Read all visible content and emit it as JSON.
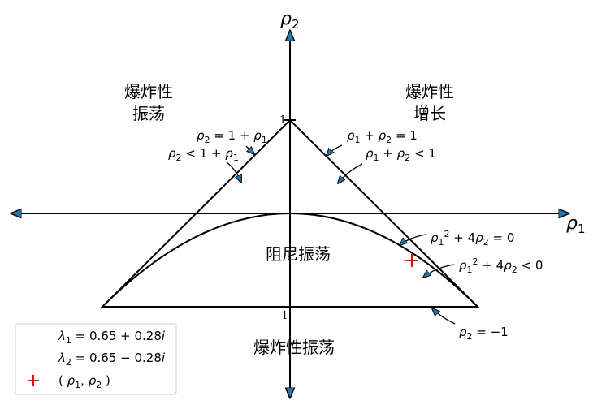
{
  "chart_data": {
    "type": "diagram",
    "title": "",
    "xlabel": "ρ1",
    "ylabel": "ρ2",
    "axis_ticks": {
      "y_top": "1",
      "y_bottom": "-1"
    },
    "triangle_vertices": [
      [
        -2,
        -1
      ],
      [
        0,
        1
      ],
      [
        2,
        -1
      ]
    ],
    "parabola": "ρ1^2 + 4ρ2 = 0",
    "point": {
      "rho1": 1.3,
      "rho2": -0.5,
      "marker": "+",
      "color": "#ff0000"
    },
    "regions": {
      "top_left": [
        "爆炸性",
        "振荡"
      ],
      "top_right": [
        "爆炸性",
        "增长"
      ],
      "center": "阻尼振荡",
      "bottom": "爆炸性振荡"
    },
    "annotations": [
      {
        "text": "ρ2 = 1 + ρ1",
        "target": "left edge line"
      },
      {
        "text": "ρ2 < 1 + ρ1",
        "target": "inside triangle (left)"
      },
      {
        "text": "ρ1 + ρ2 = 1",
        "target": "right edge line"
      },
      {
        "text": "ρ1 + ρ2 < 1",
        "target": "inside triangle (right)"
      },
      {
        "text": "ρ1² + 4ρ2 = 0",
        "target": "parabola"
      },
      {
        "text": "ρ1² + 4ρ2 < 0",
        "target": "below parabola"
      },
      {
        "text": "ρ2 = −1",
        "target": "bottom edge"
      }
    ],
    "legend": [
      {
        "label": "λ1 = 0.65 + 0.28i",
        "marker": "none"
      },
      {
        "label": "λ2 = 0.65 − 0.28i",
        "marker": "none"
      },
      {
        "label": "( ρ1, ρ2 )",
        "marker": "+",
        "color": "#ff0000"
      }
    ],
    "legend_position": "lower left"
  },
  "axes": {
    "x_label": {
      "base": "ρ",
      "sub": "1"
    },
    "y_label": {
      "base": "ρ",
      "sub": "2"
    },
    "tick_top": "1",
    "tick_bottom": "-1"
  },
  "regions": {
    "top_left_line1": "爆炸性",
    "top_left_line2": "振荡",
    "top_right_line1": "爆炸性",
    "top_right_line2": "增长",
    "center": "阻尼振荡",
    "bottom": "爆炸性振荡"
  },
  "annotations": {
    "left_eq": {
      "a": "ρ",
      "a_sub": "2",
      "mid": " = 1 + ",
      "b": "ρ",
      "b_sub": "1"
    },
    "left_ineq": {
      "a": "ρ",
      "a_sub": "2",
      "mid": " < 1 + ",
      "b": "ρ",
      "b_sub": "1"
    },
    "right_eq": {
      "a": "ρ",
      "a_sub": "1",
      "mid": " + ",
      "b": "ρ",
      "b_sub": "2",
      "tail": " = 1"
    },
    "right_ineq": {
      "a": "ρ",
      "a_sub": "1",
      "mid": " + ",
      "b": "ρ",
      "b_sub": "2",
      "tail": " < 1"
    },
    "parab_eq": {
      "a": "ρ",
      "a_sub": "1",
      "a_sup": "2",
      "mid": " + 4",
      "b": "ρ",
      "b_sub": "2",
      "tail": " = 0"
    },
    "parab_ineq": {
      "a": "ρ",
      "a_sub": "1",
      "a_sup": "2",
      "mid": " + 4",
      "b": "ρ",
      "b_sub": "2",
      "tail": " < 0"
    },
    "bottom_eq": {
      "a": "ρ",
      "a_sub": "2",
      "tail": " = −1"
    }
  },
  "legend": {
    "item1": {
      "lam": "λ",
      "sub": "1",
      "rest": " = 0.65 + 0.28",
      "i": "i"
    },
    "item2": {
      "lam": "λ",
      "sub": "2",
      "rest": " = 0.65 − 0.28",
      "i": "i"
    },
    "item3": {
      "open": "( ",
      "a": "ρ",
      "a_sub": "1",
      "comma": ",  ",
      "b": "ρ",
      "b_sub": "2",
      "close": " )"
    }
  },
  "colors": {
    "line": "#000000",
    "arrow_fill": "#1f77b4",
    "marker": "#ff0000"
  }
}
